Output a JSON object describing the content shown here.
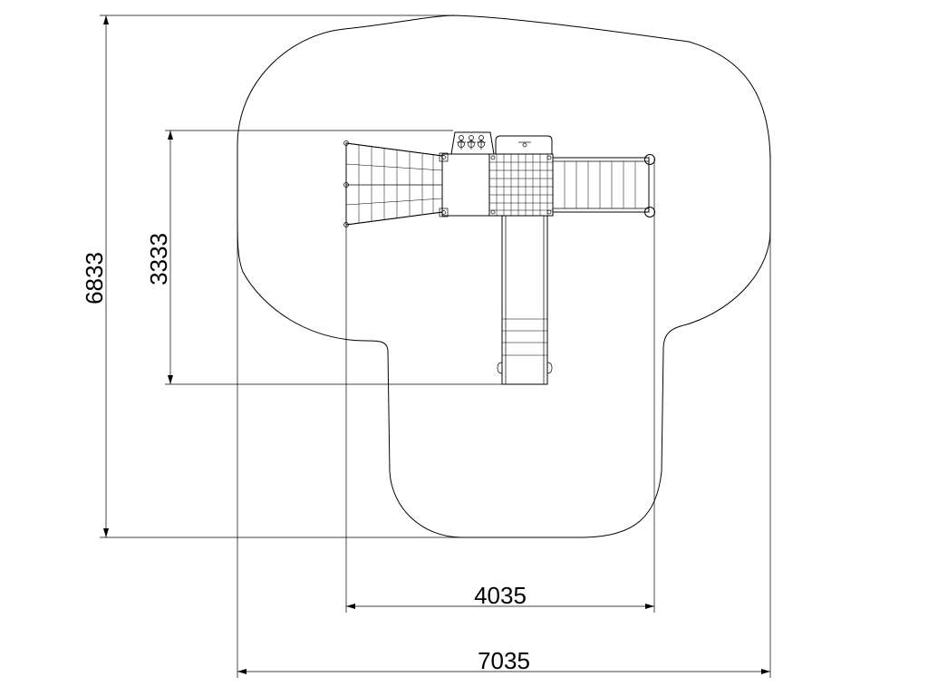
{
  "drawing": {
    "dimensions": {
      "overall_height": "6833",
      "structure_depth": "3333",
      "structure_width": "4035",
      "overall_width": "7035"
    },
    "colors": {
      "line": "#000000",
      "background": "#ffffff"
    }
  }
}
